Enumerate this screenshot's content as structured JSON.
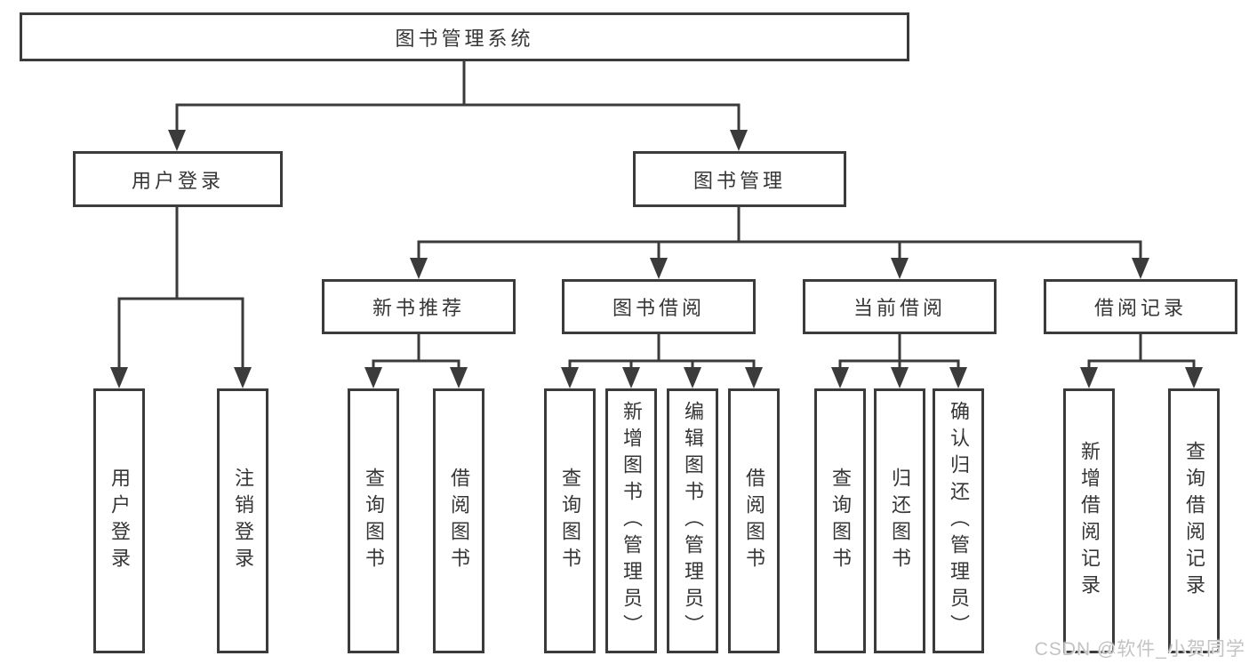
{
  "colors": {
    "line": "#3b3b3b",
    "text": "#363636",
    "watermark": "#c3c3c3",
    "background": "#ffffff"
  },
  "tree": {
    "root": "图书管理系统",
    "branches": [
      {
        "label": "用户登录",
        "leaves": [
          "用户登录",
          "注销登录"
        ]
      },
      {
        "label": "图书管理",
        "groups": [
          {
            "label": "新书推荐",
            "leaves": [
              "查询图书",
              "借阅图书"
            ]
          },
          {
            "label": "图书借阅",
            "leaves": [
              "查询图书",
              "新增图书（管理员）",
              "编辑图书（管理员）",
              "借阅图书"
            ]
          },
          {
            "label": "当前借阅",
            "leaves": [
              "查询图书",
              "归还图书",
              "确认归还（管理员）"
            ]
          },
          {
            "label": "借阅记录",
            "leaves": [
              "新增借阅记录",
              "查询借阅记录"
            ]
          }
        ]
      }
    ]
  },
  "watermark": "CSDN @软件_小贺同学"
}
